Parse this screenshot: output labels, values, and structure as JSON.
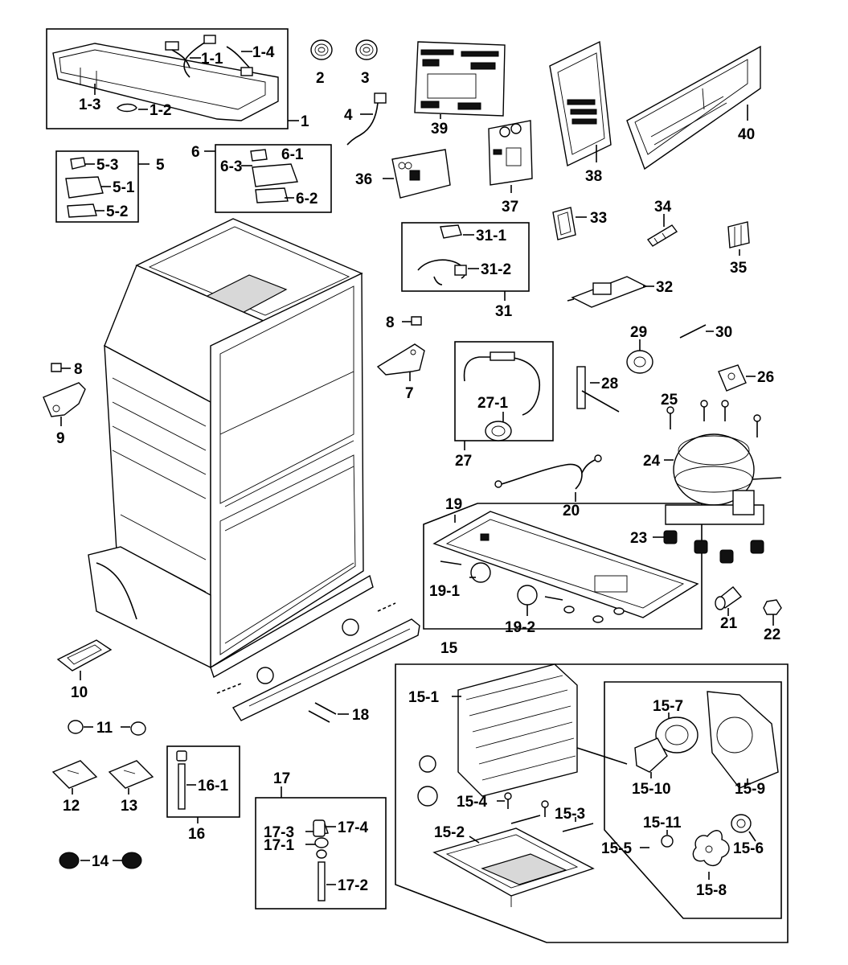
{
  "labels": {
    "p1": "1",
    "p1_1": "1-1",
    "p1_2": "1-2",
    "p1_3": "1-3",
    "p1_4": "1-4",
    "p2": "2",
    "p3": "3",
    "p4": "4",
    "p5": "5",
    "p5_1": "5-1",
    "p5_2": "5-2",
    "p5_3": "5-3",
    "p6": "6",
    "p6_1": "6-1",
    "p6_2": "6-2",
    "p6_3": "6-3",
    "p7": "7",
    "p8a": "8",
    "p8b": "8",
    "p9": "9",
    "p10": "10",
    "p11": "11",
    "p12": "12",
    "p13": "13",
    "p14": "14",
    "p15": "15",
    "p15_1": "15-1",
    "p15_2": "15-2",
    "p15_3": "15-3",
    "p15_4": "15-4",
    "p15_5": "15-5",
    "p15_6": "15-6",
    "p15_7": "15-7",
    "p15_8": "15-8",
    "p15_9": "15-9",
    "p15_10": "15-10",
    "p15_11": "15-11",
    "p16": "16",
    "p16_1": "16-1",
    "p17": "17",
    "p17_1": "17-1",
    "p17_2": "17-2",
    "p17_3": "17-3",
    "p17_4": "17-4",
    "p18": "18",
    "p19": "19",
    "p19_1": "19-1",
    "p19_2": "19-2",
    "p20": "20",
    "p21": "21",
    "p22": "22",
    "p23": "23",
    "p24": "24",
    "p25": "25",
    "p26": "26",
    "p27": "27",
    "p27_1": "27-1",
    "p28": "28",
    "p29": "29",
    "p30": "30",
    "p31": "31",
    "p31_1": "31-1",
    "p31_2": "31-2",
    "p32": "32",
    "p33": "33",
    "p34": "34",
    "p35": "35",
    "p36": "36",
    "p37": "37",
    "p38": "38",
    "p39": "39",
    "p40": "40"
  }
}
